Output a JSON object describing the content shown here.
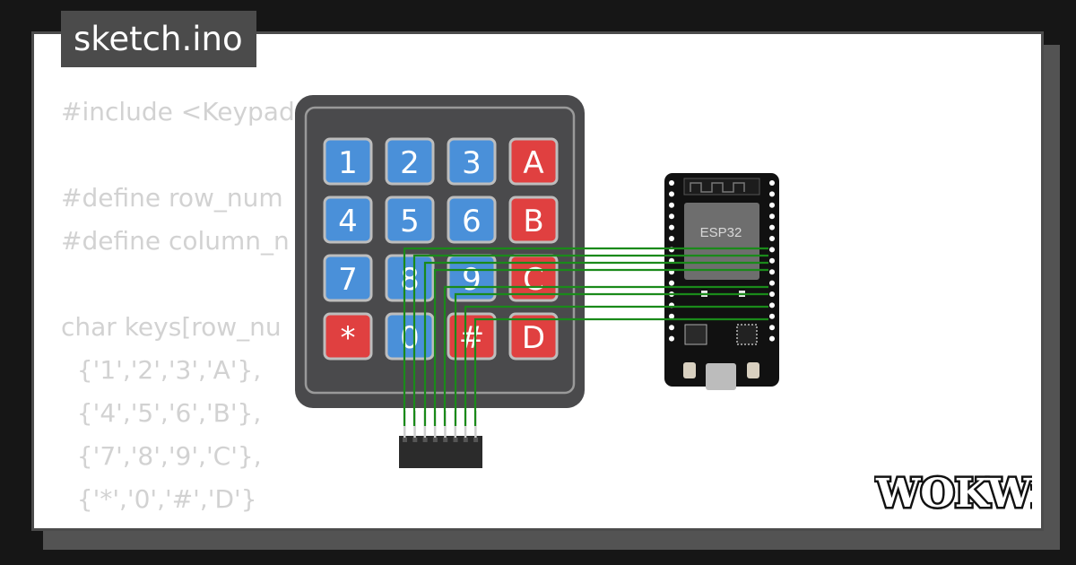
{
  "tab": {
    "filename": "sketch.ino"
  },
  "code_lines": [
    "#include <Keypad",
    "",
    "#define row_num",
    "#define column_n",
    "",
    "char keys[row_nu",
    "  {'1','2','3','A'},",
    "  {'4','5','6','B'},",
    "  {'7','8','9','C'},",
    "  {'*','0','#','D'}"
  ],
  "keypad": {
    "keys": [
      {
        "label": "1",
        "color": "#4a90d9"
      },
      {
        "label": "2",
        "color": "#4a90d9"
      },
      {
        "label": "3",
        "color": "#4a90d9"
      },
      {
        "label": "A",
        "color": "#e04040"
      },
      {
        "label": "4",
        "color": "#4a90d9"
      },
      {
        "label": "5",
        "color": "#4a90d9"
      },
      {
        "label": "6",
        "color": "#4a90d9"
      },
      {
        "label": "B",
        "color": "#e04040"
      },
      {
        "label": "7",
        "color": "#4a90d9"
      },
      {
        "label": "8",
        "color": "#4a90d9"
      },
      {
        "label": "9",
        "color": "#4a90d9"
      },
      {
        "label": "C",
        "color": "#e04040"
      },
      {
        "label": "*",
        "color": "#e04040"
      },
      {
        "label": "0",
        "color": "#4a90d9"
      },
      {
        "label": "#",
        "color": "#e04040"
      },
      {
        "label": "D",
        "color": "#e04040"
      }
    ]
  },
  "board": {
    "chip_label": "ESP32"
  },
  "wire_color": "#1a8a1a",
  "logo": {
    "text": "WOKWi"
  }
}
